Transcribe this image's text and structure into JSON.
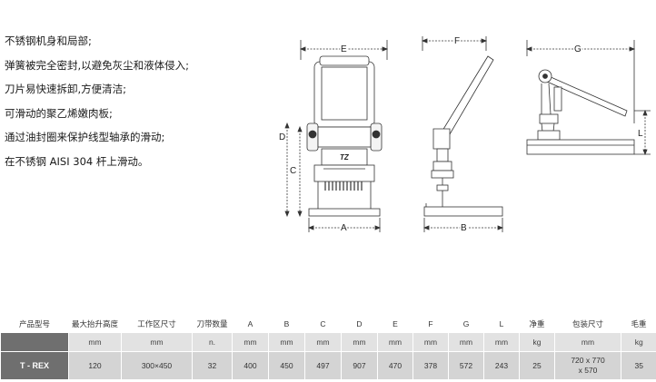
{
  "features": [
    "不锈钢机身和局部;",
    "弹簧被完全密封,以避免灰尘和液体侵入;",
    "刀片易快速拆卸,方便清洁;",
    "可滑动的聚乙烯嫩肉板;",
    "通过油封圈来保护线型轴承的滑动;",
    "在不锈钢 AISI 304 杆上滑动。"
  ],
  "drawings": {
    "front": {
      "dims": {
        "E": "E",
        "D": "D",
        "C": "C",
        "A": "A"
      },
      "badge": "TZ"
    },
    "side": {
      "dims": {
        "F": "F",
        "B": "B"
      }
    },
    "lever": {
      "dims": {
        "G": "G",
        "L": "L"
      }
    }
  },
  "spec": {
    "headers": [
      "产品型号",
      "最大抬升高度",
      "工作区尺寸",
      "刀带数量",
      "A",
      "B",
      "C",
      "D",
      "E",
      "F",
      "G",
      "L",
      "净重",
      "包装尺寸",
      "毛重"
    ],
    "units": [
      "",
      "mm",
      "mm",
      "n.",
      "mm",
      "mm",
      "mm",
      "mm",
      "mm",
      "mm",
      "mm",
      "mm",
      "kg",
      "mm",
      "kg"
    ],
    "rows": [
      {
        "model": "T - REX",
        "lift": "120",
        "work_area": "300×450",
        "blades": "32",
        "A": "400",
        "B": "450",
        "C": "497",
        "D": "907",
        "E": "470",
        "F": "378",
        "G": "572",
        "L": "243",
        "net": "25",
        "package_line1": "720 x 770",
        "package_line2": "x 570",
        "gross": "35"
      }
    ]
  }
}
